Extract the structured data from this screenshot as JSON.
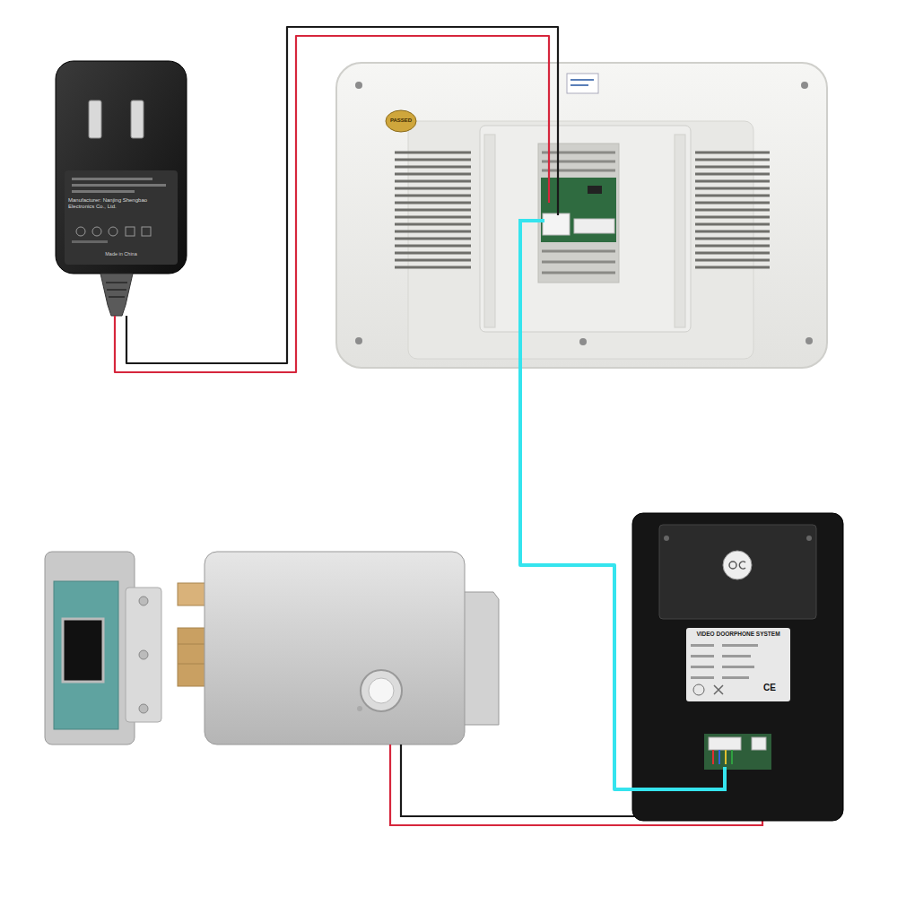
{
  "diagram": {
    "nodes": [
      {
        "text": [
          "Manufacturer: Nanjing Shengbao Electronics Co., Ltd.",
          "Made in China"
        ]
      },
      {
        "text": [
          "PASSED"
        ]
      },
      {
        "text": [
          "VIDEO DOORPHONE SYSTEM",
          "CE"
        ]
      }
    ],
    "edges": [
      {
        "from": 0,
        "to": 1,
        "arrow": "none"
      },
      {
        "from": 1,
        "to": 2,
        "arrow": "none"
      }
    ]
  }
}
